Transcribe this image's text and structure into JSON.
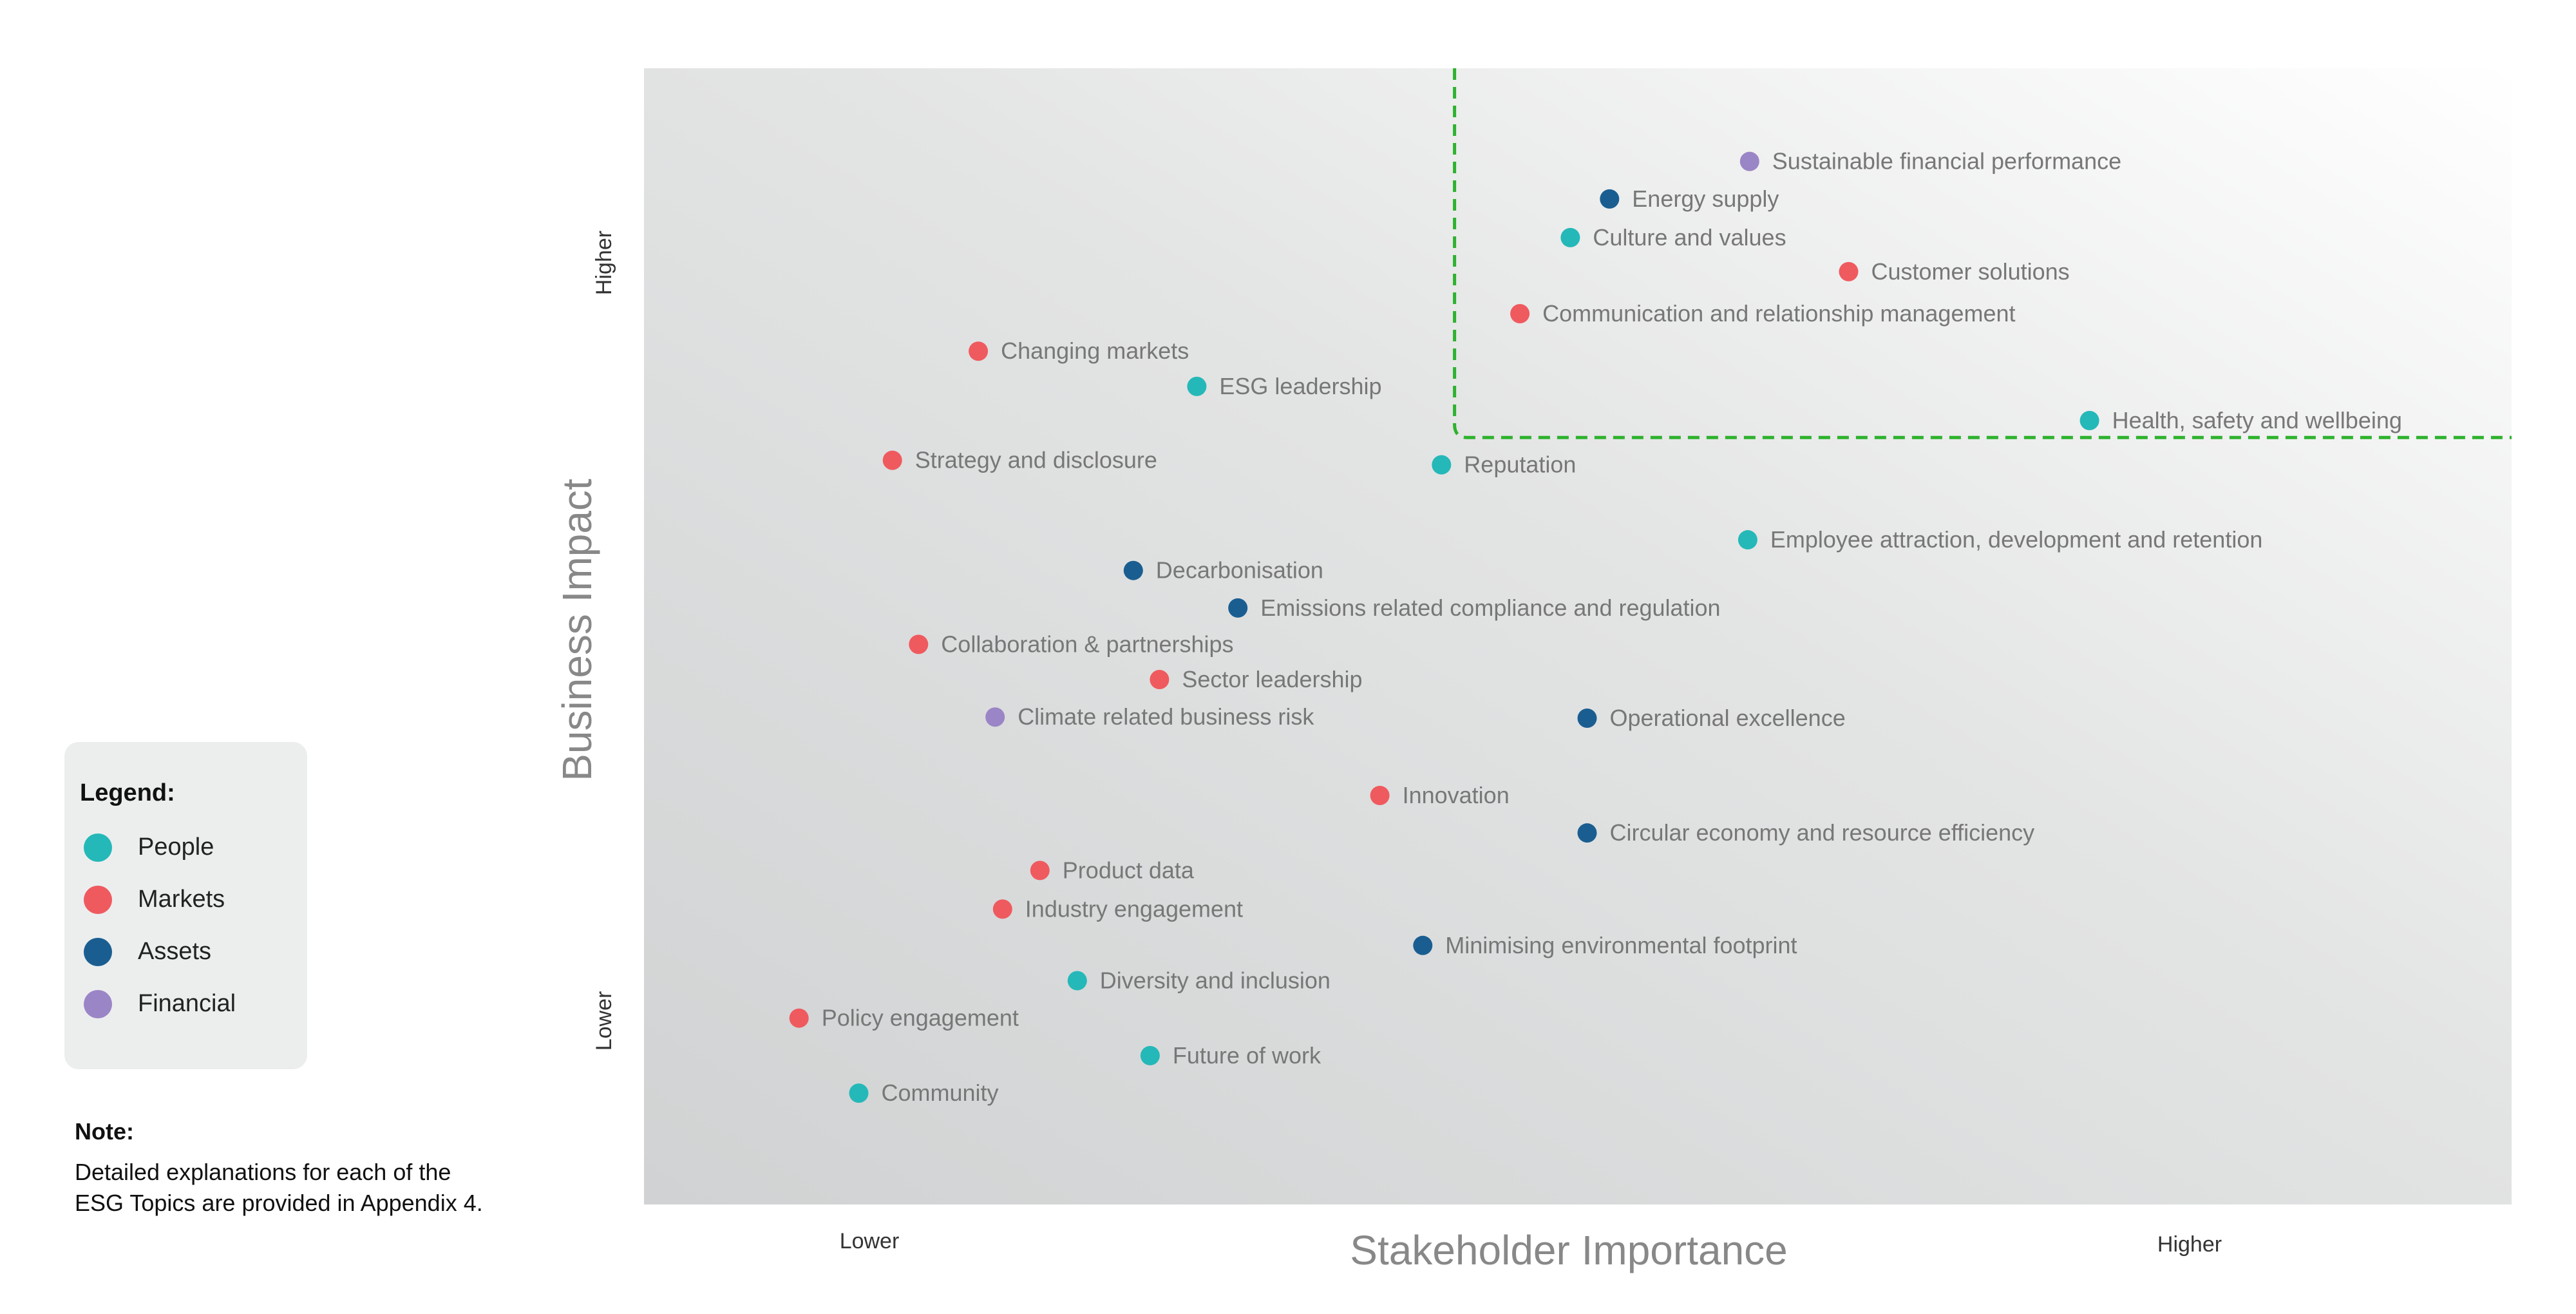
{
  "chart_data": {
    "type": "scatter",
    "title": "",
    "xlabel": "Stakeholder Importance",
    "ylabel": "Business Impact",
    "xlim": [
      0,
      100
    ],
    "ylim": [
      0,
      100
    ],
    "x_tick_labels": [
      "Lower",
      "Higher"
    ],
    "y_tick_labels": [
      "Lower",
      "Higher"
    ],
    "grid": false,
    "highlight_threshold": {
      "x": 43.4,
      "y": 67.5,
      "color": "#2db22d"
    },
    "categories": [
      {
        "name": "People",
        "color": "#25b8b8"
      },
      {
        "name": "Markets",
        "color": "#ef5a5f"
      },
      {
        "name": "Assets",
        "color": "#1a5e91"
      },
      {
        "name": "Financial",
        "color": "#9a85c6"
      }
    ],
    "points": [
      {
        "label": "Sustainable financial performance",
        "category": "Financial",
        "x": 59.2,
        "y": 91.8
      },
      {
        "label": "Energy supply",
        "category": "Assets",
        "x": 51.7,
        "y": 88.5
      },
      {
        "label": "Culture and values",
        "category": "People",
        "x": 49.6,
        "y": 85.1
      },
      {
        "label": "Customer solutions",
        "category": "Markets",
        "x": 64.5,
        "y": 82.1
      },
      {
        "label": "Communication and relationship management",
        "category": "Markets",
        "x": 46.9,
        "y": 78.4
      },
      {
        "label": "Changing markets",
        "category": "Markets",
        "x": 17.9,
        "y": 75.1
      },
      {
        "label": "ESG leadership",
        "category": "People",
        "x": 29.6,
        "y": 72.0
      },
      {
        "label": "Health, safety and wellbeing",
        "category": "People",
        "x": 77.4,
        "y": 69.0
      },
      {
        "label": "Strategy and disclosure",
        "category": "Markets",
        "x": 13.3,
        "y": 65.5
      },
      {
        "label": "Reputation",
        "category": "People",
        "x": 42.7,
        "y": 65.1
      },
      {
        "label": "Employee attraction, development and retention",
        "category": "People",
        "x": 59.1,
        "y": 58.5
      },
      {
        "label": "Decarbonisation",
        "category": "Assets",
        "x": 26.2,
        "y": 55.8
      },
      {
        "label": "Emissions related compliance and regulation",
        "category": "Assets",
        "x": 31.8,
        "y": 52.5
      },
      {
        "label": "Collaboration & partnerships",
        "category": "Markets",
        "x": 14.7,
        "y": 49.3
      },
      {
        "label": "Sector leadership",
        "category": "Markets",
        "x": 27.6,
        "y": 46.2
      },
      {
        "label": "Operational excellence",
        "category": "Assets",
        "x": 50.5,
        "y": 42.8
      },
      {
        "label": "Climate related business risk",
        "category": "Financial",
        "x": 18.8,
        "y": 42.9
      },
      {
        "label": "Innovation",
        "category": "Markets",
        "x": 39.4,
        "y": 36.0
      },
      {
        "label": "Circular economy and resource efficiency",
        "category": "Assets",
        "x": 50.5,
        "y": 32.7
      },
      {
        "label": "Product data",
        "category": "Markets",
        "x": 21.2,
        "y": 29.4
      },
      {
        "label": "Industry engagement",
        "category": "Markets",
        "x": 19.2,
        "y": 26.0
      },
      {
        "label": "Minimising environmental footprint",
        "category": "Assets",
        "x": 41.7,
        "y": 22.8
      },
      {
        "label": "Diversity and inclusion",
        "category": "People",
        "x": 23.2,
        "y": 19.7
      },
      {
        "label": "Policy engagement",
        "category": "Markets",
        "x": 8.3,
        "y": 16.4
      },
      {
        "label": "Future of work",
        "category": "People",
        "x": 27.1,
        "y": 13.1
      },
      {
        "label": "Community",
        "category": "People",
        "x": 11.5,
        "y": 9.8
      }
    ]
  },
  "legend": {
    "title": "Legend:",
    "items": [
      {
        "label": "People",
        "color": "#25b8b8"
      },
      {
        "label": "Markets",
        "color": "#ef5a5f"
      },
      {
        "label": "Assets",
        "color": "#1a5e91"
      },
      {
        "label": "Financial",
        "color": "#9a85c6"
      }
    ]
  },
  "note": {
    "title": "Note:",
    "lines": [
      "Detailed explanations for each of the",
      "ESG Topics are provided in Appendix 4."
    ]
  }
}
